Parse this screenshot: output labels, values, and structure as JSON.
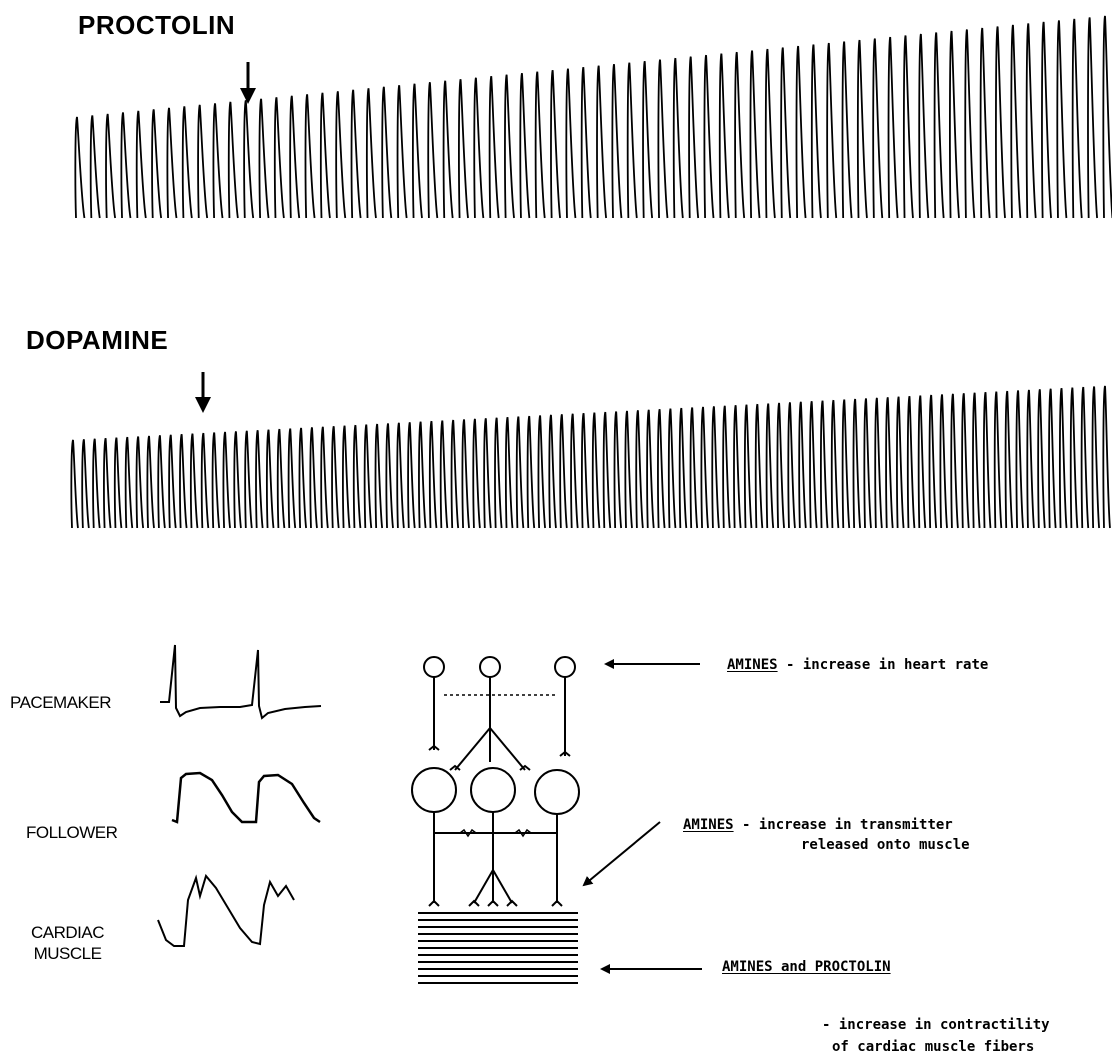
{
  "traces": {
    "proctolin": {
      "label": "PROCTOLIN",
      "beats": 68,
      "start_amp": 0.5,
      "end_amp": 1.0
    },
    "dopamine": {
      "label": "DOPAMINE",
      "beats": 96,
      "start_amp": 0.62,
      "end_amp": 1.0
    }
  },
  "cells": {
    "pacemaker": "PACEMAKER",
    "follower": "FOLLOWER",
    "cardiac_muscle_line1": "CARDIAC",
    "cardiac_muscle_line2": "MUSCLE"
  },
  "annotations": {
    "heart_rate": {
      "prefix": "AMINES",
      "text": " - increase in heart rate"
    },
    "transmitter": {
      "prefix": "AMINES",
      "text": " - increase in transmitter",
      "line2": "released onto muscle"
    },
    "contractility": {
      "prefix": "AMINES and PROCTOLIN",
      "line2": "- increase in contractility",
      "line3": "of cardiac muscle fibers"
    }
  }
}
